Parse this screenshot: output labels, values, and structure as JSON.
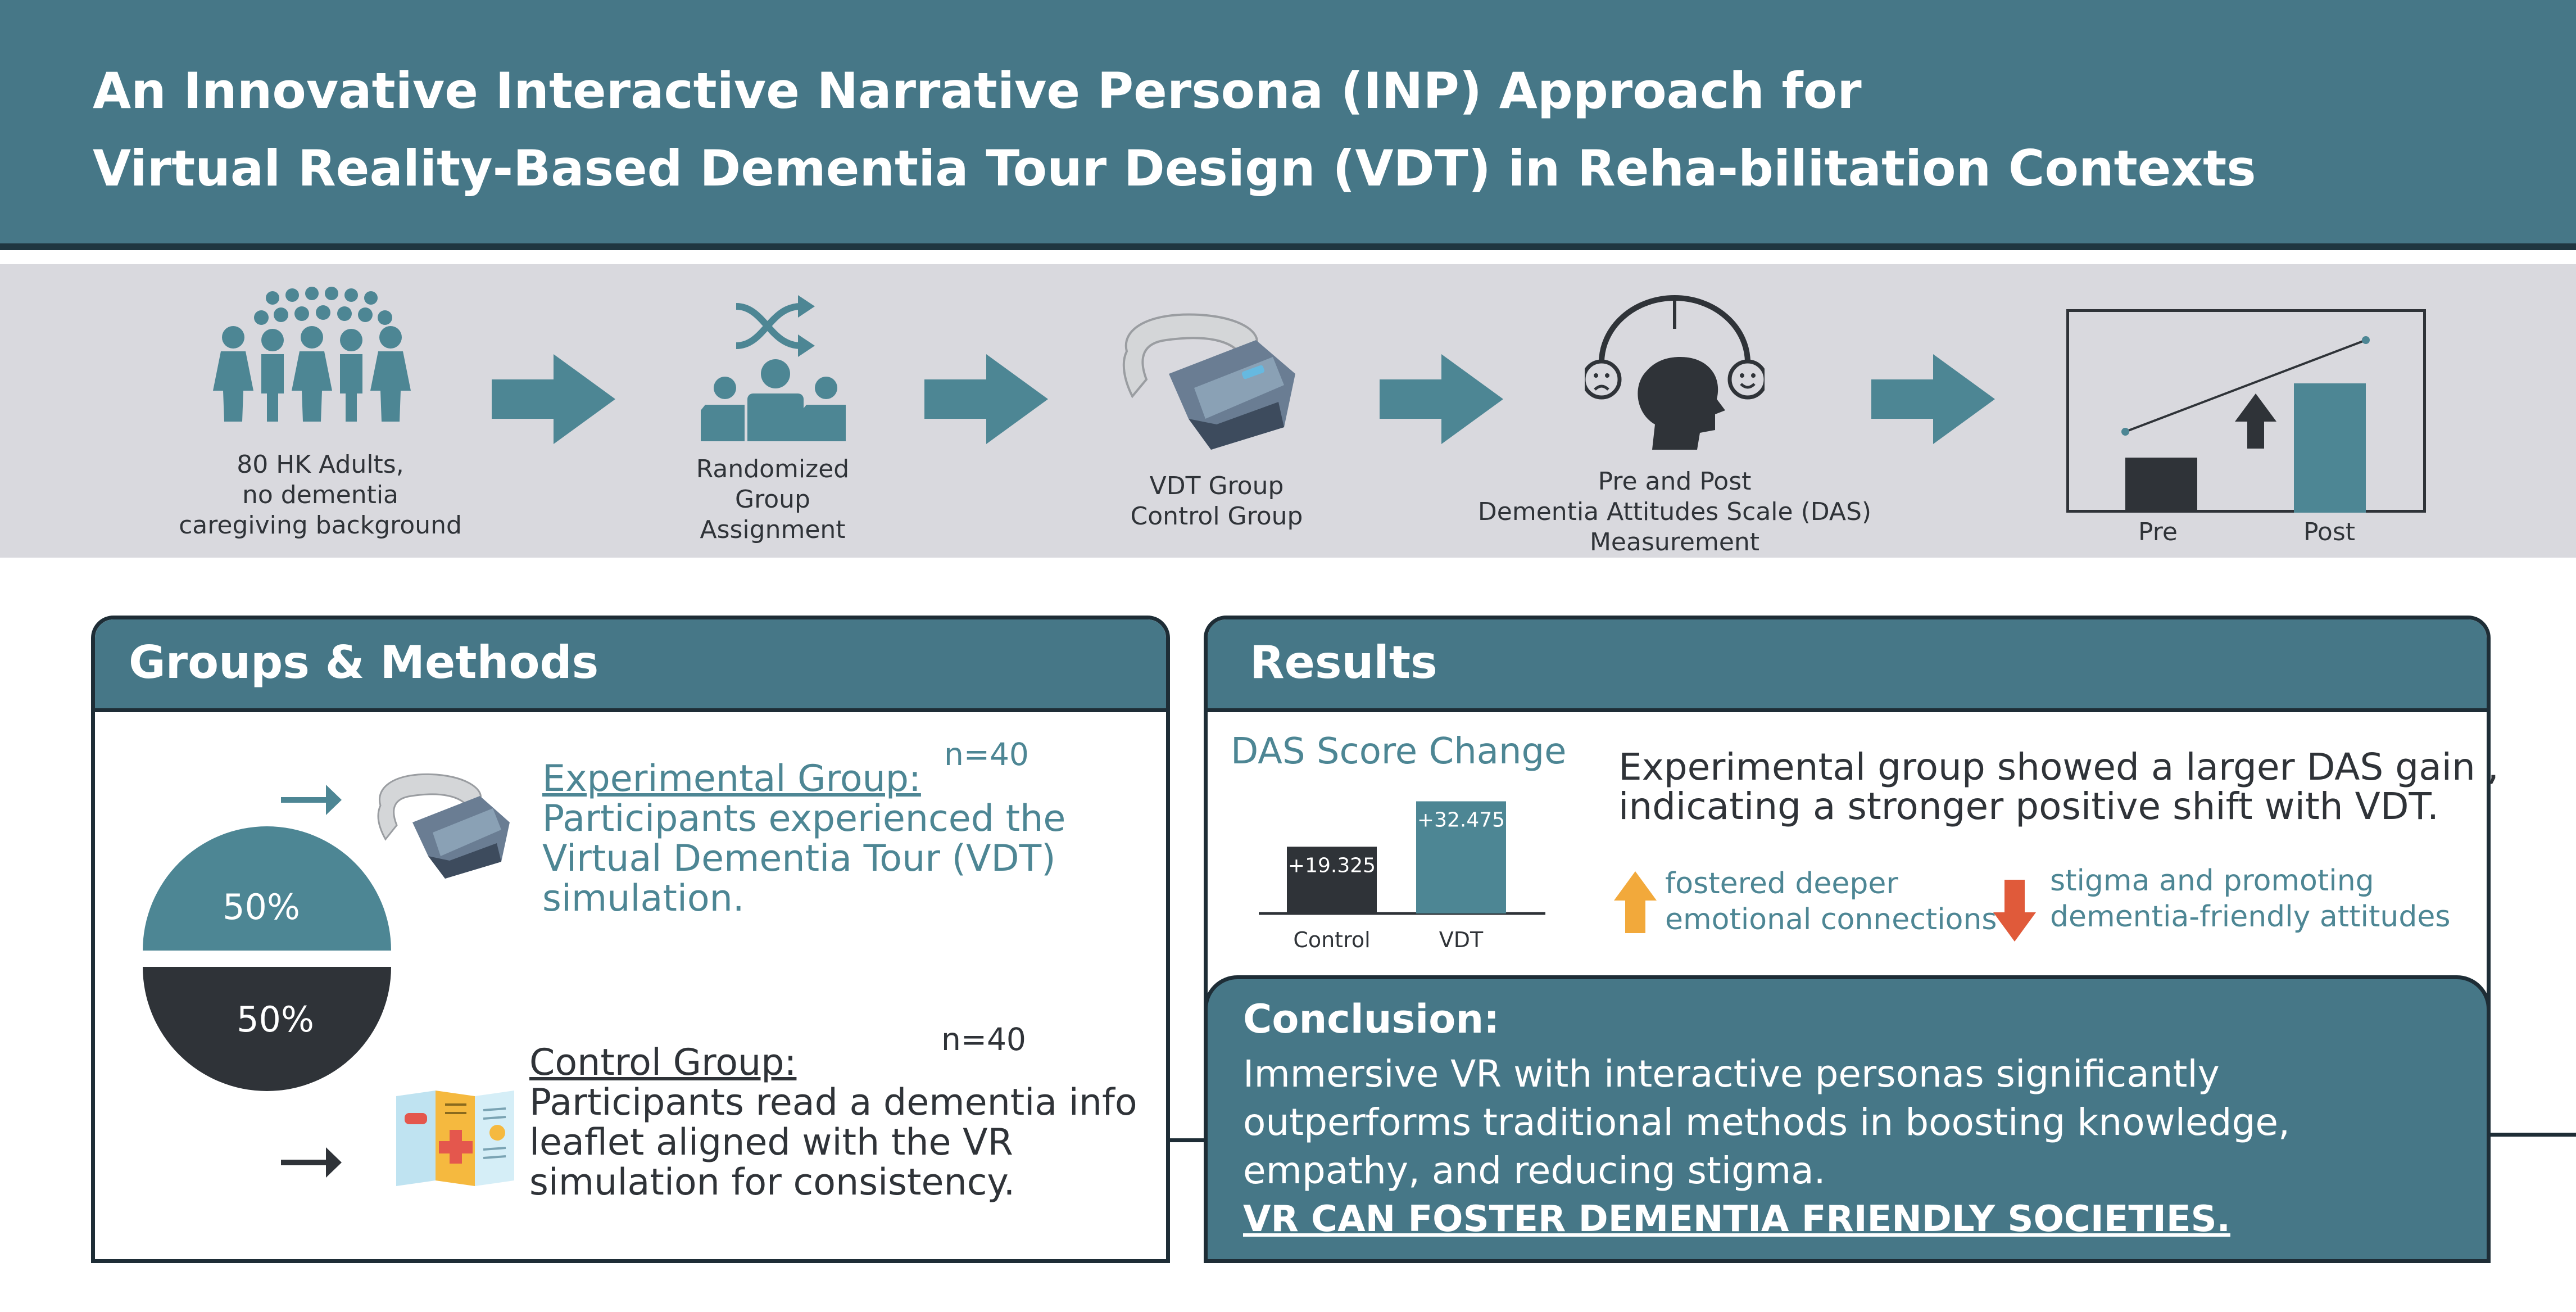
{
  "header": {
    "title_line1": "An Innovative Interactive Narrative Persona (INP) Approach for",
    "title_line2": "Virtual Reality-Based Dementia Tour Design (VDT) in Reha-bilitation Contexts"
  },
  "flow": {
    "step1": {
      "line1": "80 HK Adults,",
      "line2": "no dementia",
      "line3": "caregiving background",
      "icon": "people-group-icon"
    },
    "step2": {
      "line1": "Randomized",
      "line2": "Group",
      "line3": "Assignment",
      "icon": "shuffle-icon"
    },
    "step3": {
      "line1": "VDT Group",
      "line2": "Control Group",
      "icon": "vr-headset-icon"
    },
    "step4": {
      "line1": "Pre and Post",
      "line2": "Dementia Attitudes Scale (DAS)",
      "line3": "Measurement",
      "icon": "head-emotion-icon"
    },
    "step5": {
      "pre_label": "Pre",
      "post_label": "Post",
      "icon": "up-arrow-icon"
    }
  },
  "groups_methods": {
    "title": "Groups & Methods",
    "pie": {
      "top_label": "50%",
      "bottom_label": "50%",
      "top_value": 50,
      "bottom_value": 50
    },
    "experimental": {
      "heading": "Experimental Group:",
      "n": "n=40",
      "line1": "Participants experienced the",
      "line2": "Virtual Dementia Tour (VDT)",
      "line3": "simulation."
    },
    "control": {
      "heading": "Control Group:",
      "n": "n=40",
      "line1": "Participants read a dementia info",
      "line2": "leaflet aligned with the VR",
      "line3": "simulation for consistency."
    }
  },
  "results": {
    "title": "Results",
    "chart_title": "DAS Score Change",
    "summary_line1": "Experimental group showed a larger DAS gain ,",
    "summary_line2": "indicating a stronger positive shift with VDT.",
    "up_note_line1": "fostered deeper",
    "up_note_line2": "emotional connections",
    "down_note_line1": "stigma and promoting",
    "down_note_line2": "dementia-friendly attitudes"
  },
  "conclusion": {
    "title": "Conclusion:",
    "line1": "Immersive VR with interactive personas significantly",
    "line2": "outperforms traditional methods in boosting knowledge,",
    "line3": "empathy, and reducing stigma.",
    "callout": "VR CAN FOSTER DEMENTIA FRIENDLY SOCIETIES."
  },
  "colors": {
    "teal": "#467787",
    "teal_light": "#4d8694",
    "dark": "#2f3338",
    "orange": "#f2a93b",
    "red": "#e05a3a",
    "band": "#d9d9de"
  },
  "chart_data": [
    {
      "type": "bar",
      "title": "DAS Score Change",
      "categories": [
        "Control",
        "VDT"
      ],
      "values": [
        19.325,
        32.475
      ],
      "data_labels": [
        "+19.325",
        "+32.475"
      ],
      "xlabel": "",
      "ylabel": "",
      "ylim": [
        0,
        35
      ],
      "grid": false
    },
    {
      "type": "bar",
      "title": "",
      "categories": [
        "Pre",
        "Post"
      ],
      "values": [
        1,
        2.35
      ],
      "grid": false
    }
  ]
}
